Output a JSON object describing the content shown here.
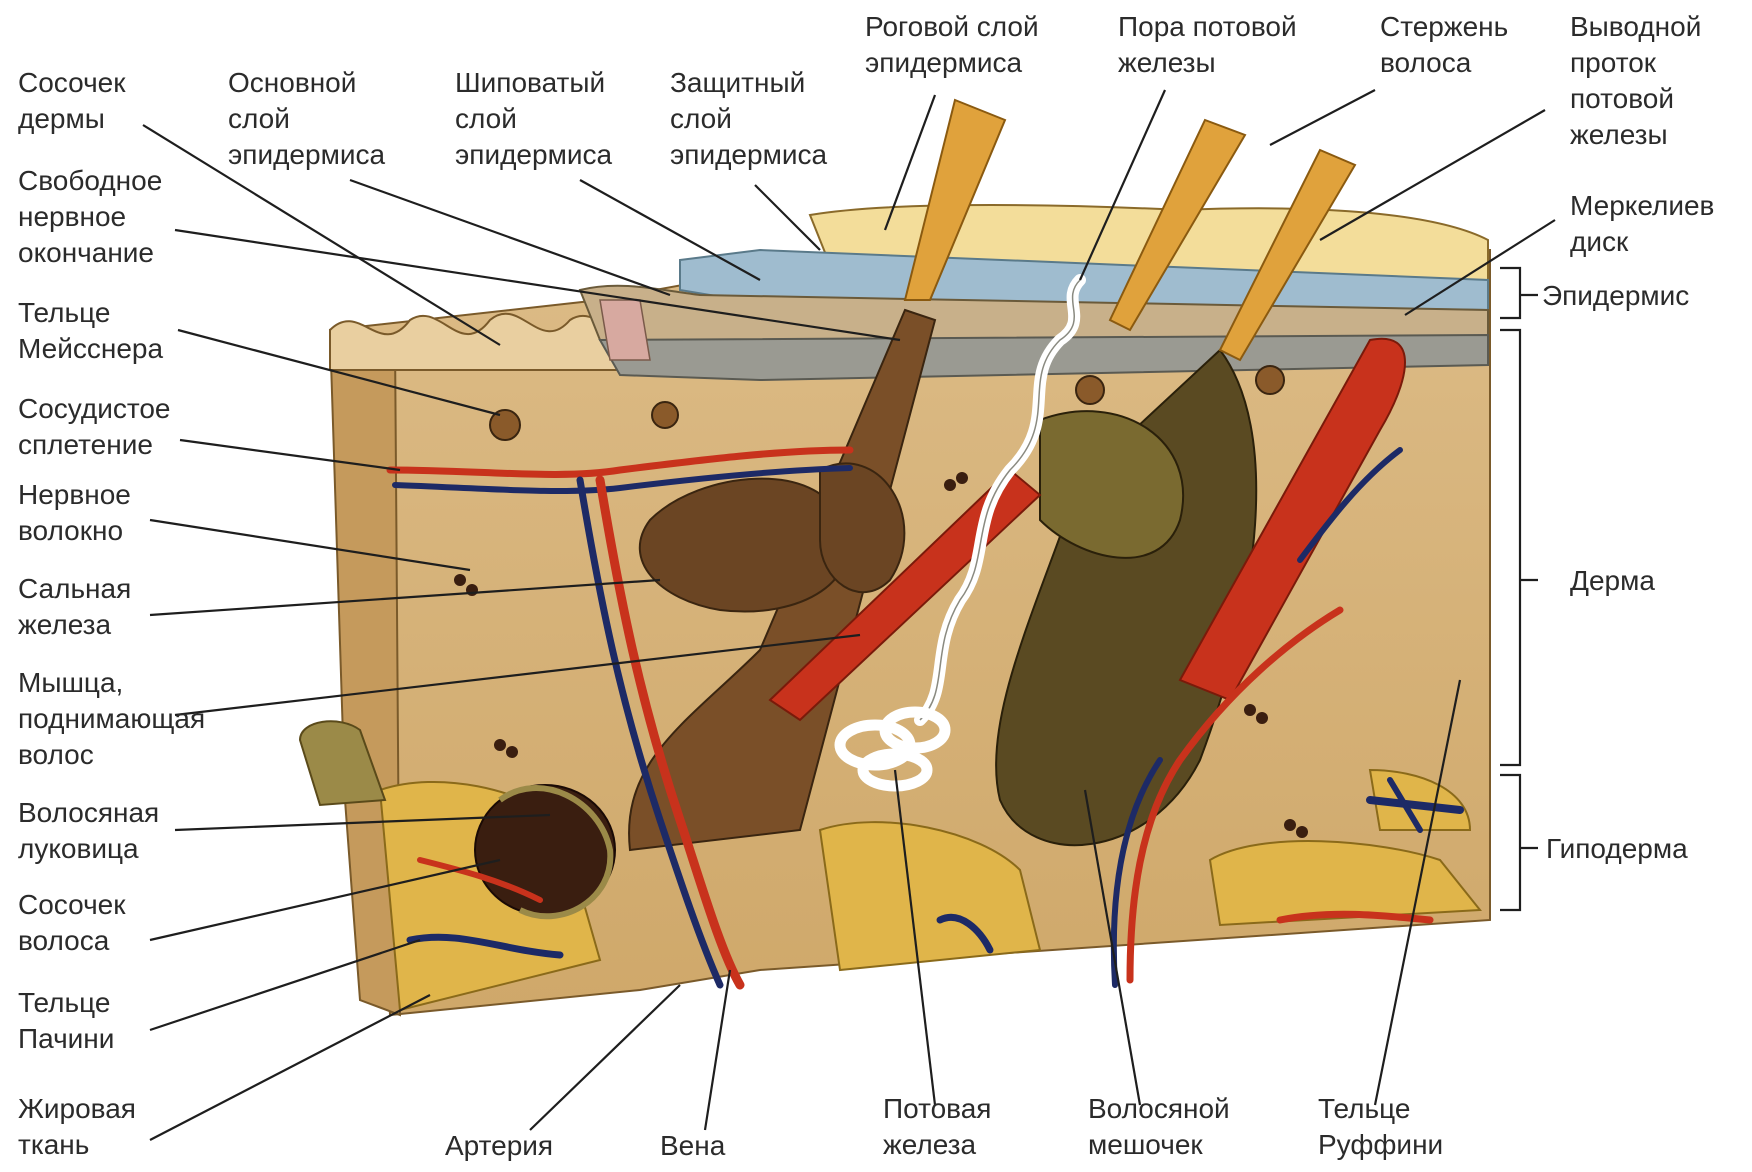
{
  "labels": {
    "sosochek_dermy": [
      "Сосочек",
      "дермы"
    ],
    "osnovnoy_sloy": [
      "Основной",
      "слой",
      "эпидермиса"
    ],
    "shipovaty_sloy": [
      "Шиповатый",
      "слой",
      "эпидермиса"
    ],
    "zashchitny_sloy": [
      "Защитный",
      "слой",
      "эпидермиса"
    ],
    "rogovoy_sloy": [
      "Роговой слой",
      "эпидермиса"
    ],
    "pora_potovoy": [
      "Пора потовой",
      "железы"
    ],
    "sterzhen_volosa": [
      "Стержень",
      "волоса"
    ],
    "vyvodnoy_protok": [
      "Выводной",
      "проток",
      "потовой",
      "железы"
    ],
    "svobodnoe_nervnoe": [
      "Свободное",
      "нервное",
      "окончание"
    ],
    "meissner": [
      "Тельце",
      "Мейсснера"
    ],
    "merkel": [
      "Меркелиев",
      "диск"
    ],
    "sosudistoe": [
      "Сосудистое",
      "сплетение"
    ],
    "nervnoe_volokno": [
      "Нервное",
      "волокно"
    ],
    "salnaya": [
      "Сальная",
      "железа"
    ],
    "myshtsa": [
      "Мышца,",
      "поднимающая",
      "волос"
    ],
    "lukovitsa": [
      "Волосяная",
      "луковица"
    ],
    "sosochek_volosa": [
      "Сосочек",
      "волоса"
    ],
    "pacini": [
      "Тельце",
      "Пачини"
    ],
    "zhirovaya": [
      "Жировая",
      "ткань"
    ],
    "arteriya": [
      "Артерия"
    ],
    "vena": [
      "Вена"
    ],
    "potovaya": [
      "Потовая",
      "железа"
    ],
    "meshochek": [
      "Волосяной",
      "мешочек"
    ],
    "ruffini": [
      "Тельце",
      "Руффини"
    ],
    "epidermis": [
      "Эпидермис"
    ],
    "derma": [
      "Дерма"
    ],
    "gipoderma": [
      "Гиподерма"
    ]
  },
  "colors": {
    "corneum": "#f3dd9a",
    "protective": "#9fbccf",
    "basal_gray": "#9a9a92",
    "dermis": "#d9b77f",
    "hypodermis_fat": "#e0b54a",
    "artery": "#c8321c",
    "vein": "#1d2a66",
    "follicle": "#5a4a22",
    "gland_brown": "#6b4523",
    "hair_shaft": "#e0a23c",
    "sweat_duct": "#ffffff"
  }
}
